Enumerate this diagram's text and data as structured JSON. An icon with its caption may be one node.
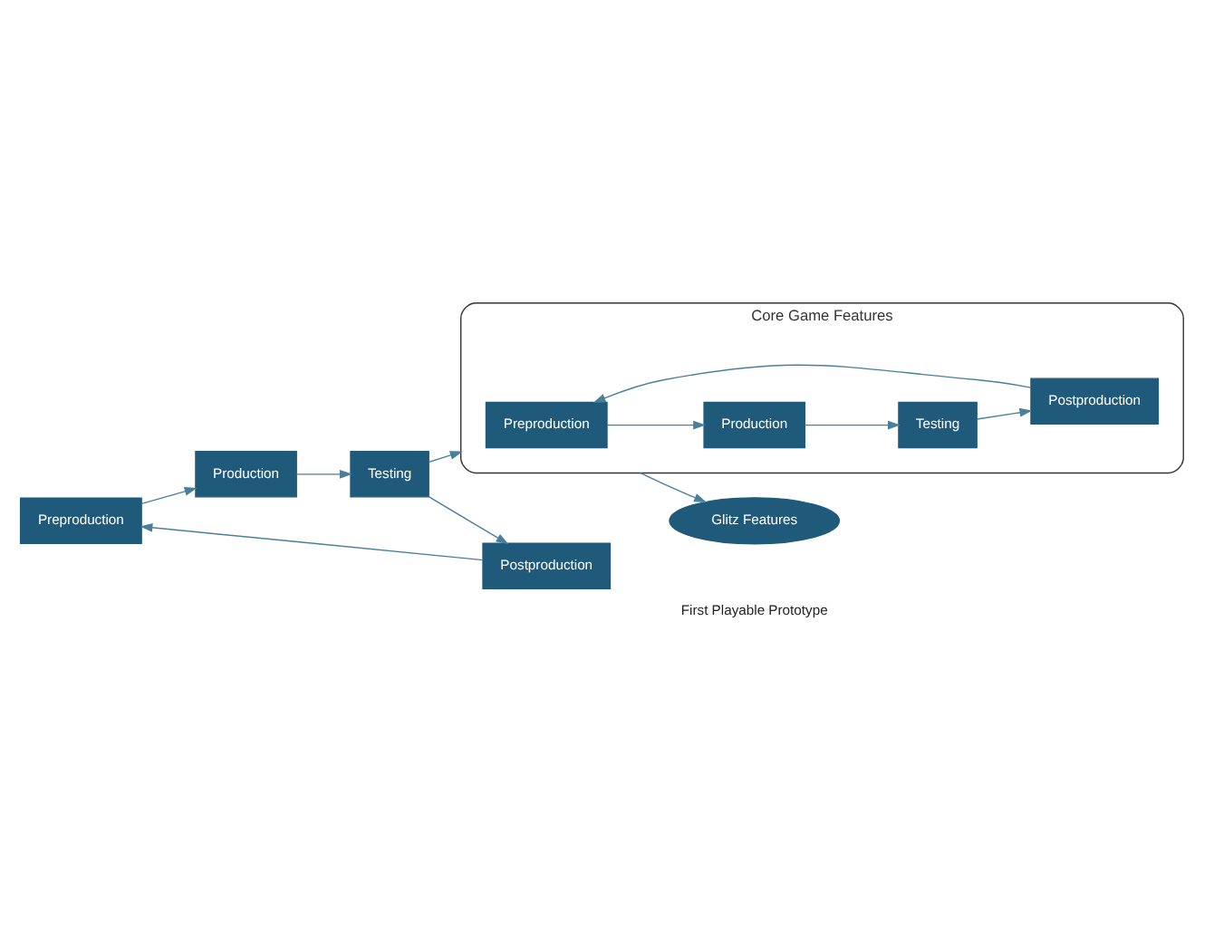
{
  "diagram": {
    "nodes": [
      {
        "text": [
          "Preproduction"
        ]
      },
      {
        "text": [
          "Production"
        ]
      },
      {
        "text": [
          "Testing"
        ]
      },
      {
        "text": [
          "Postproduction"
        ]
      },
      {
        "text": [
          "Glitz Features"
        ]
      },
      {
        "text": [
          "Core Game Features"
        ]
      },
      {
        "text": [
          "Preproduction"
        ],
        "in": 5
      },
      {
        "text": [
          "Production"
        ],
        "in": 5
      },
      {
        "text": [
          "Testing"
        ],
        "in": 5
      },
      {
        "text": [
          "Postproduction"
        ],
        "in": 5
      }
    ],
    "edges": [
      {
        "from": 0,
        "to": 1,
        "arrow": "to"
      },
      {
        "from": 1,
        "to": 2,
        "arrow": "to"
      },
      {
        "from": 2,
        "to": 3,
        "arrow": "to"
      },
      {
        "from": 3,
        "to": 0,
        "arrow": "to"
      },
      {
        "from": 2,
        "to": 5,
        "arrow": "to"
      },
      {
        "from": 5,
        "to": 4,
        "arrow": "to"
      },
      {
        "from": 6,
        "to": 7,
        "arrow": "to"
      },
      {
        "from": 7,
        "to": 8,
        "arrow": "to"
      },
      {
        "from": 8,
        "to": 9,
        "arrow": "to"
      },
      {
        "from": 9,
        "to": 6,
        "arrow": "to"
      }
    ],
    "labels": [
      "First Playable Prototype"
    ]
  }
}
